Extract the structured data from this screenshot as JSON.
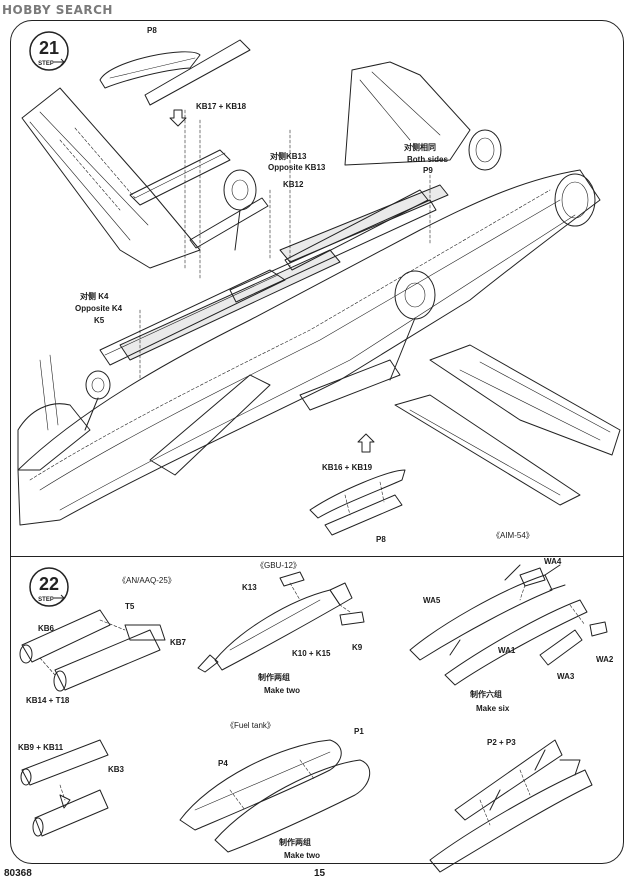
{
  "watermark": "HOBBY SEARCH",
  "footer": {
    "code": "80368",
    "page_number": "15"
  },
  "step21": {
    "number": "21",
    "step_word": "STEP",
    "labels": {
      "p8_top": "P8",
      "kb17_kb18": "KB17 + KB18",
      "opposite_kb13_cn": "对侧KB13",
      "opposite_kb13_en": "Opposite KB13",
      "kb12": "KB12",
      "both_sides_cn": "对侧相同",
      "both_sides_en": "Both sides",
      "p9": "P9",
      "opposite_k4_cn": "对侧 K4",
      "opposite_k4_en": "Opposite K4",
      "k5": "K5",
      "kb16_kb19": "KB16 + KB19",
      "p8_bottom": "P8"
    }
  },
  "step22": {
    "number": "22",
    "step_word": "STEP",
    "groups": {
      "an_aaq_25": {
        "title": "《AN/AAQ-25》",
        "labels": {
          "t5": "T5",
          "kb6": "KB6",
          "kb7": "KB7",
          "kb14_t18": "KB14 + T18"
        }
      },
      "gbu_12": {
        "title": "《GBU-12》",
        "labels": {
          "k13": "K13",
          "k10_k15": "K10 + K15",
          "k9": "K9"
        },
        "make_cn": "制作两组",
        "make_en": "Make two"
      },
      "aim_54": {
        "title": "《AIM-54》",
        "labels": {
          "wa4": "WA4",
          "wa5": "WA5",
          "wa1": "WA1",
          "wa3": "WA3",
          "wa2": "WA2"
        },
        "make_cn": "制作六组",
        "make_en": "Make six"
      },
      "pod_small": {
        "labels": {
          "kb9_kb11": "KB9 + KB11",
          "kb3": "KB3"
        }
      },
      "fuel_tank": {
        "title": "《Fuel tank》",
        "labels": {
          "p4": "P4",
          "p1": "P1"
        },
        "make_cn": "制作两组",
        "make_en": "Make two"
      },
      "rack": {
        "labels": {
          "p2_p3": "P2 + P3"
        }
      }
    }
  }
}
